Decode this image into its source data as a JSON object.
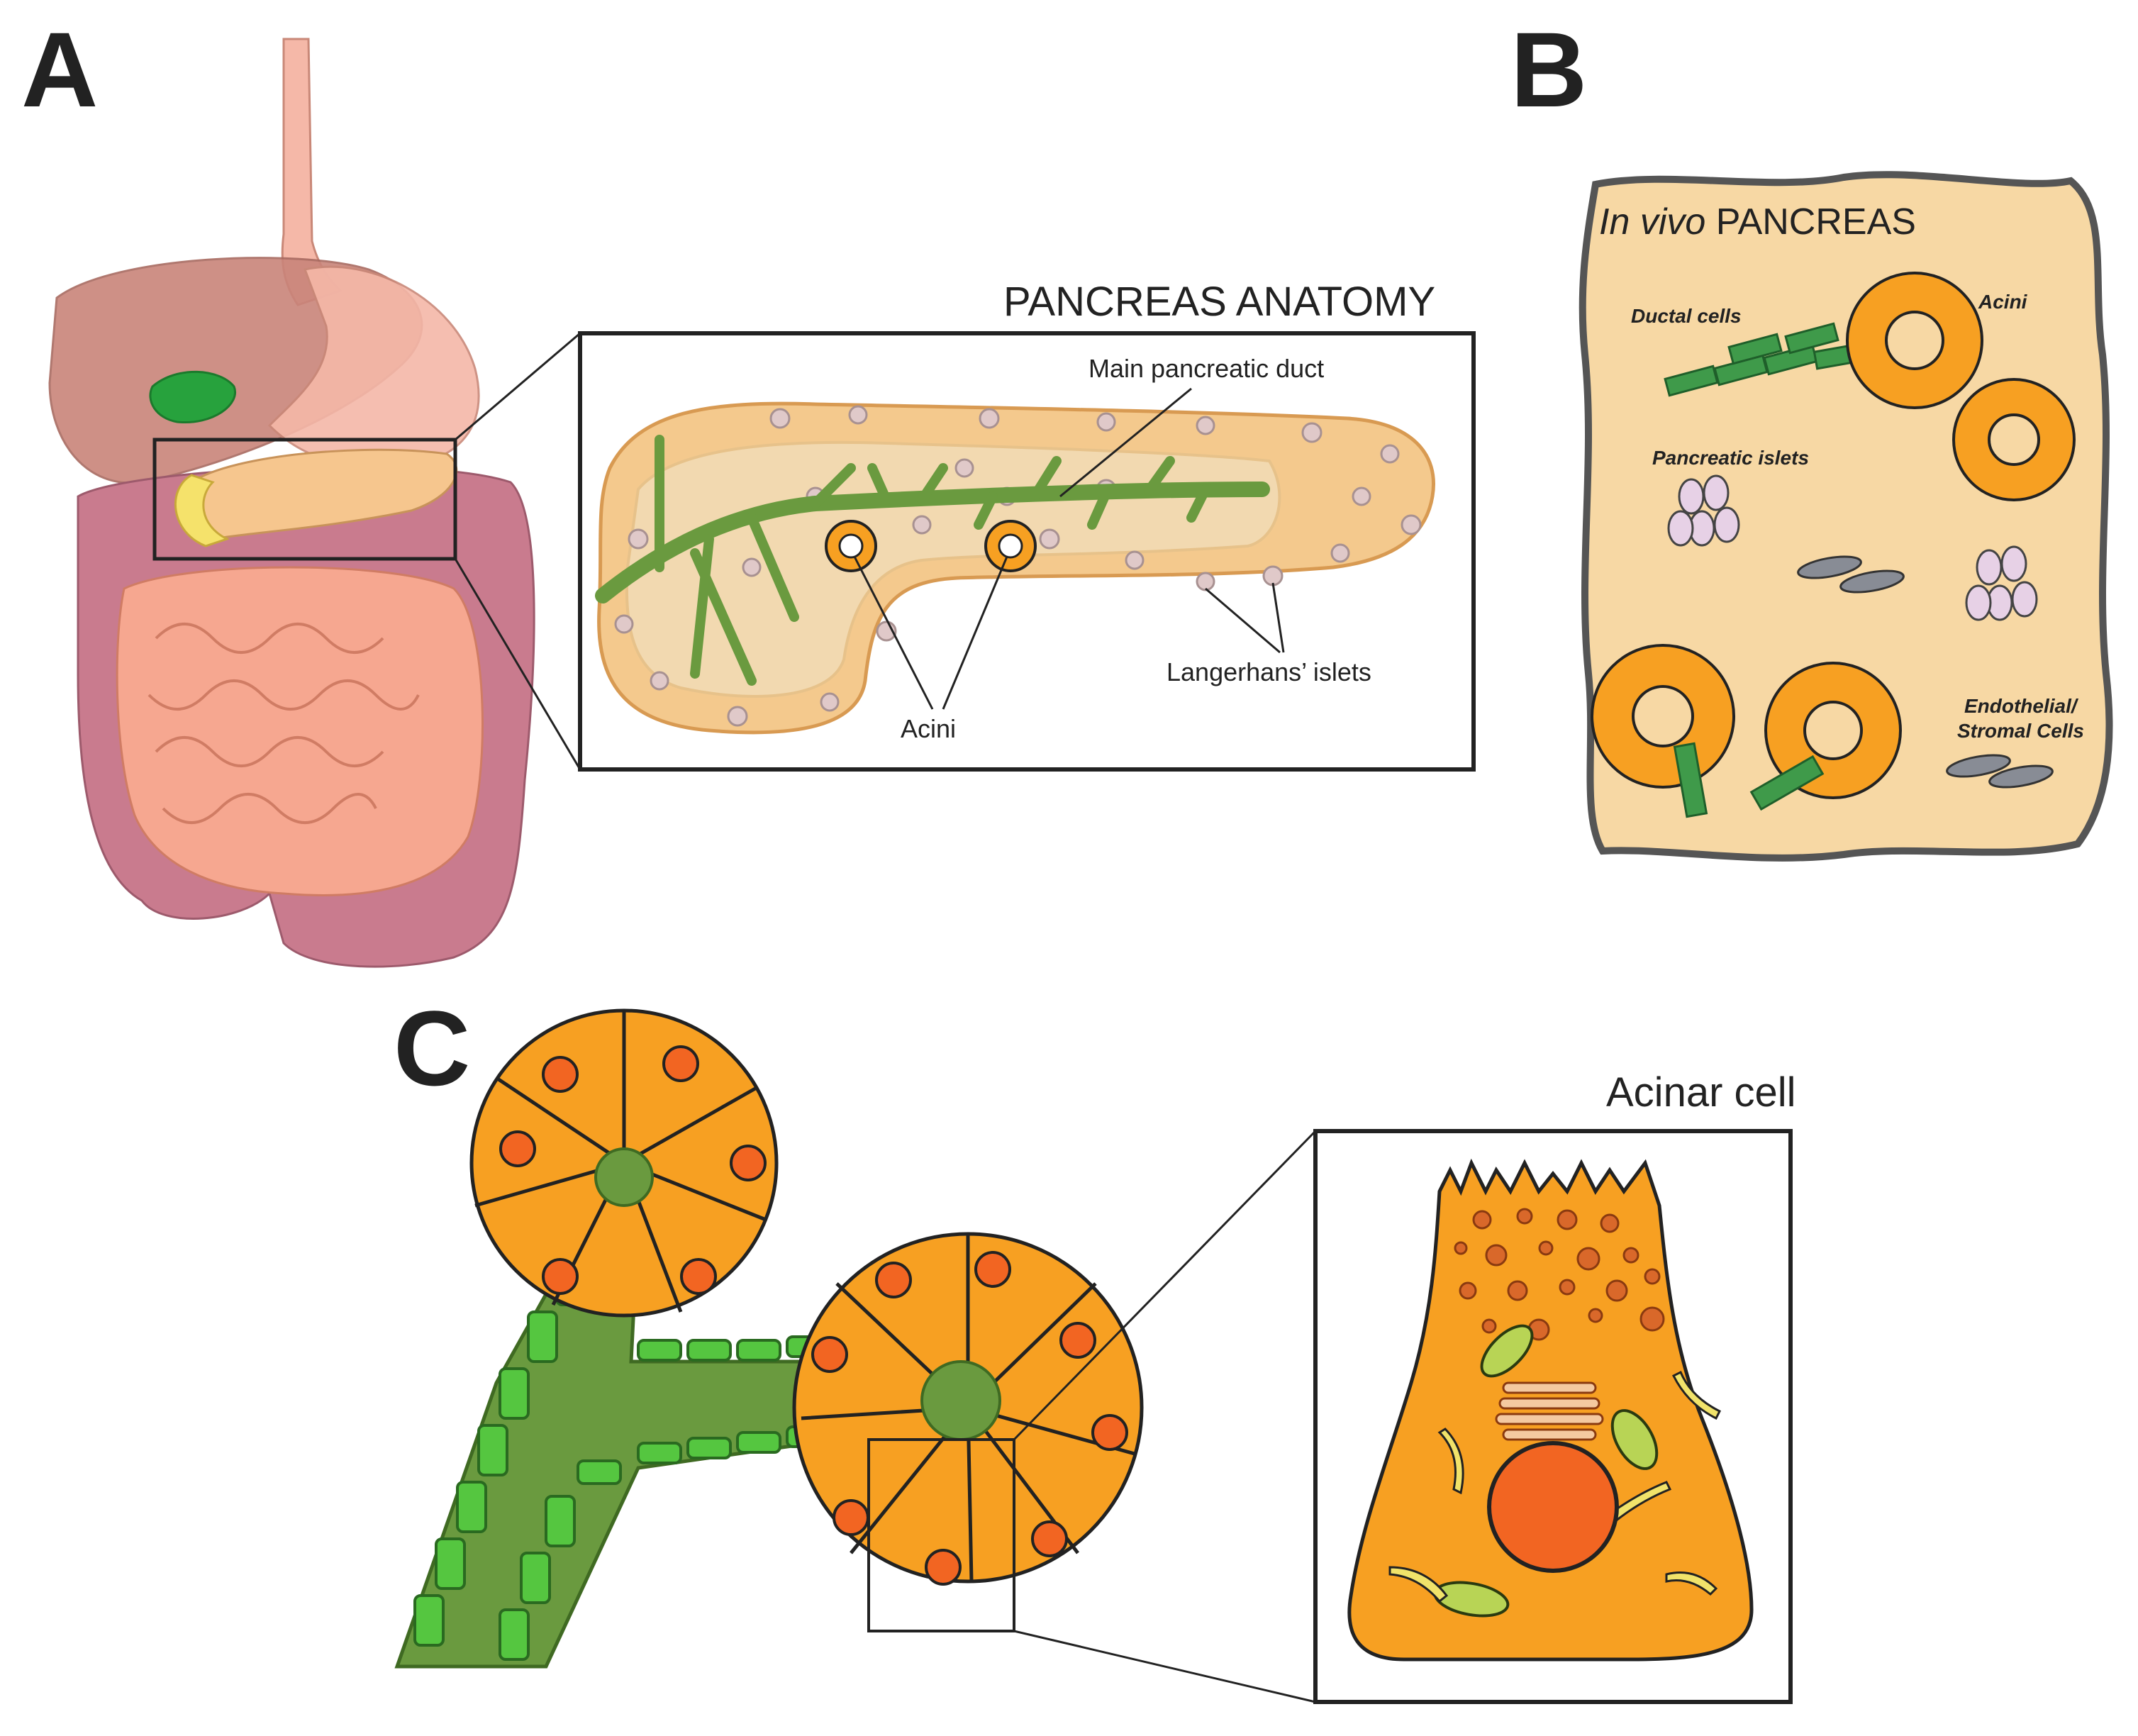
{
  "panels": {
    "a": {
      "letter": "A",
      "title": "PANCREAS ANATOMY",
      "labels": {
        "duct": "Main pancreatic duct",
        "acini": "Acini",
        "islets": "Langerhans’ islets"
      }
    },
    "b": {
      "letter": "B",
      "title_italic": "In vivo",
      "title_rest": " PANCREAS",
      "labels": {
        "ductal": "Ductal cells",
        "acini": "Acini",
        "islets": "Pancreatic islets",
        "endo1": "Endothelial/",
        "endo2": "Stromal Cells"
      }
    },
    "c": {
      "letter": "C",
      "title": "Acinar cell"
    }
  },
  "colors": {
    "acinar": "#f7a022",
    "nucleus": "#f26522",
    "duct": "#6a9a3f",
    "ductal_cell": "#55c640",
    "tissue": "#f6d9a8",
    "lobe": "#e9b66b",
    "liver": "#c9847a",
    "stomach": "#f5b8a8",
    "colon": "#c97b8e",
    "islet": "#8a5a9a",
    "endo": "#888c95",
    "organelle": "#f1e36a",
    "mito": "#b8d455"
  }
}
